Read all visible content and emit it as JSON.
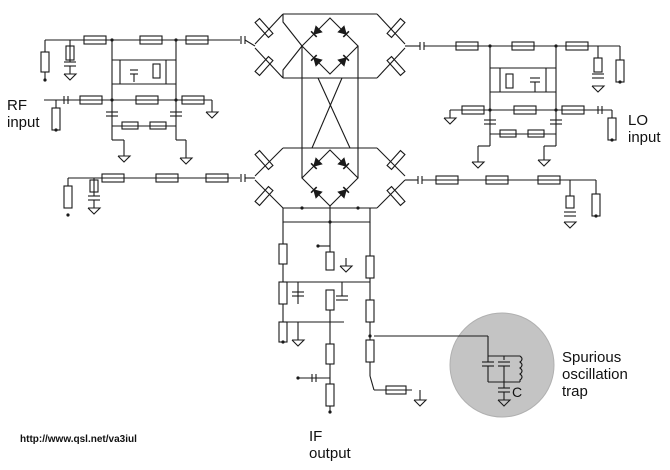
{
  "labels": {
    "rf_line1": "RF",
    "rf_line2": "input",
    "lo_line1": "LO",
    "lo_line2": "input",
    "if_line1": "IF",
    "if_line2": "output",
    "trap_line1": "Spurious",
    "trap_line2": "oscillation",
    "trap_line3": "trap",
    "cap_c": "C",
    "source_url": "http://www.qsl.net/va3iul"
  },
  "colors": {
    "ink": "#1a1a1a",
    "trap_fill": "#c4c4c4"
  }
}
